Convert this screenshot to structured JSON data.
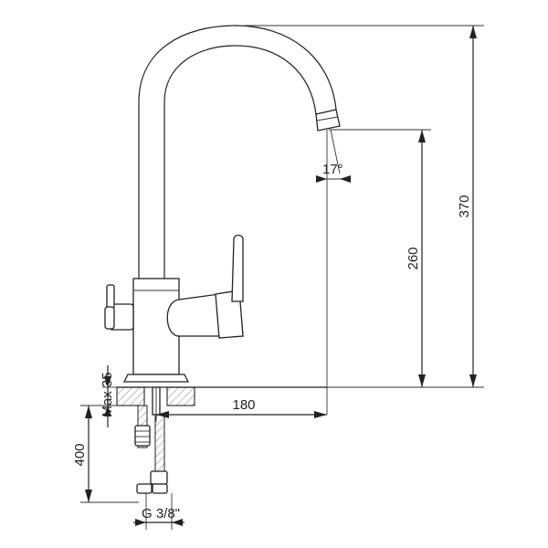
{
  "drawing": {
    "dimensions": {
      "total_height": "370",
      "spout_height": "260",
      "reach": "180",
      "max_deck": "Max 35",
      "hose_length": "400",
      "thread": "G 3/8\"",
      "angle": "17°"
    }
  }
}
